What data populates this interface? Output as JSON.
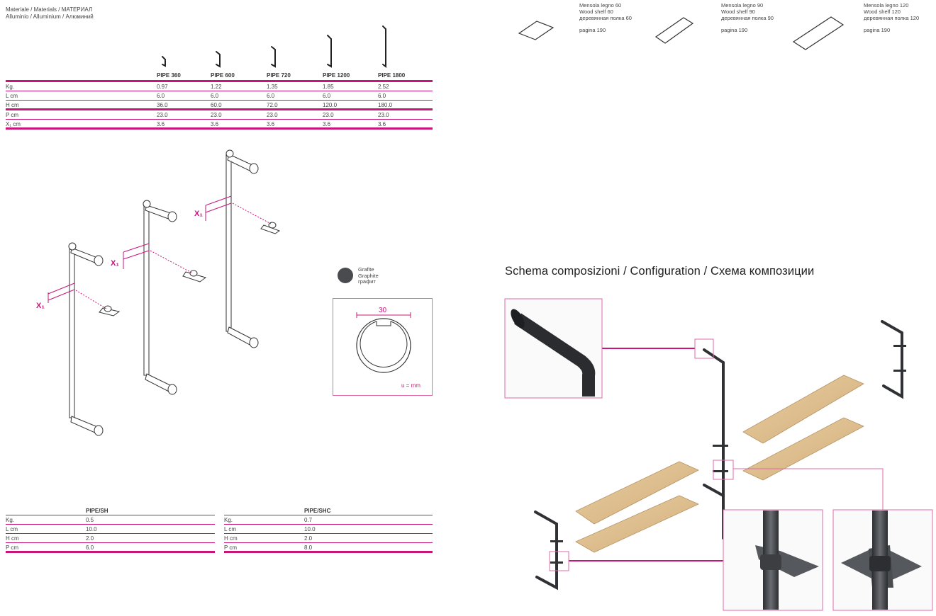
{
  "material": {
    "line1": "Materiale / Materials / МАТЕРИАЛ",
    "line2": "Alluminio / Alluminium / Алюминий"
  },
  "pipe_table": {
    "columns": [
      "PIPE 360",
      "PIPE 600",
      "PIPE 720",
      "PIPE 1200",
      "PIPE 1800"
    ],
    "rows": [
      {
        "label": "Kg.",
        "values": [
          "0.97",
          "1.22",
          "1.35",
          "1.85",
          "2.52"
        ]
      },
      {
        "label": "L cm",
        "values": [
          "6.0",
          "6.0",
          "6.0",
          "6.0",
          "6.0"
        ]
      },
      {
        "label": "H cm",
        "values": [
          "36.0",
          "60.0",
          "72.0",
          "120.0",
          "180.0"
        ]
      },
      {
        "label": "P cm",
        "values": [
          "23.0",
          "23.0",
          "23.0",
          "23.0",
          "23.0"
        ]
      },
      {
        "label": "X₁ cm",
        "values": [
          "3.6",
          "3.6",
          "3.6",
          "3.6",
          "3.6"
        ]
      }
    ]
  },
  "drawing_labels": {
    "x1": "X₁"
  },
  "finish": {
    "it": "Grafite",
    "en": "Graphite",
    "ru": "графит",
    "color": "#4a4b4e"
  },
  "section": {
    "dimension": "30",
    "unit": "u = mm"
  },
  "sh_table": {
    "title": "PIPE/SH",
    "rows": [
      {
        "label": "Kg.",
        "value": "0.5"
      },
      {
        "label": "L cm",
        "value": "10.0"
      },
      {
        "label": "H cm",
        "value": "2.0"
      },
      {
        "label": "P cm",
        "value": "6.0"
      }
    ]
  },
  "shc_table": {
    "title": "PIPE/SHC",
    "rows": [
      {
        "label": "Kg.",
        "value": "0.7"
      },
      {
        "label": "L cm",
        "value": "10.0"
      },
      {
        "label": "H cm",
        "value": "2.0"
      },
      {
        "label": "P cm",
        "value": "8.0"
      }
    ]
  },
  "shelves": [
    {
      "it": "Mensola legno 60",
      "en": "Wood shelf 60",
      "ru": "деревянная полка 60",
      "page": "pagina 190"
    },
    {
      "it": "Mensola legno 90",
      "en": "Wood shelf 90",
      "ru": "деревянная полка 90",
      "page": "pagina 190"
    },
    {
      "it": "Mensola legno 120",
      "en": "Wood shelf 120",
      "ru": "деревянная полка 120",
      "page": "pagina 190"
    }
  ],
  "config": {
    "title": "Schema composizioni / Configuration / Схема композиции"
  },
  "colors": {
    "accent": "#c8157a",
    "inset_border": "#e06aaa"
  }
}
